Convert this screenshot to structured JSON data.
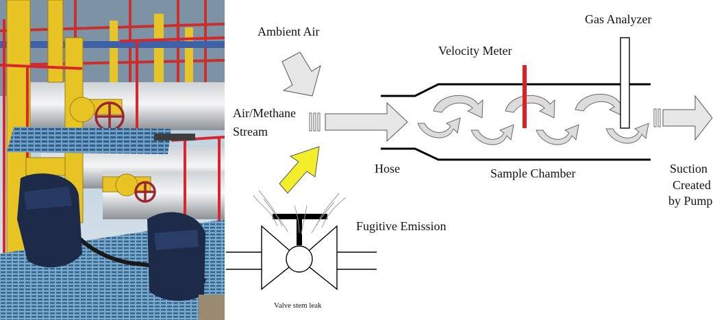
{
  "labels": {
    "ambient_air": "Ambient Air",
    "air_methane_line1": "Air/Methane",
    "air_methane_line2": "Stream",
    "velocity_meter": "Velocity Meter",
    "gas_analyzer": "Gas Analyzer",
    "hose": "Hose",
    "sample_chamber": "Sample Chamber",
    "suction_line1": "Suction",
    "suction_line2": "Created",
    "suction_line3": "by Pump",
    "fugitive_emission": "Fugitive Emission",
    "valve_stem_leak": "Valve stem leak"
  },
  "colors": {
    "leak_arrow": "#f2ee2a",
    "velocity_meter_bar": "#e02020",
    "flow_arrow_fill": "#e6e6e6",
    "rail_red": "#d8262e",
    "pipe_yellow": "#e7c424",
    "deck_blue": "#5b8fb8",
    "bag_navy": "#1d2a48"
  },
  "photo": {
    "subject": "natural-gas-station-with-backpack-sampler"
  }
}
